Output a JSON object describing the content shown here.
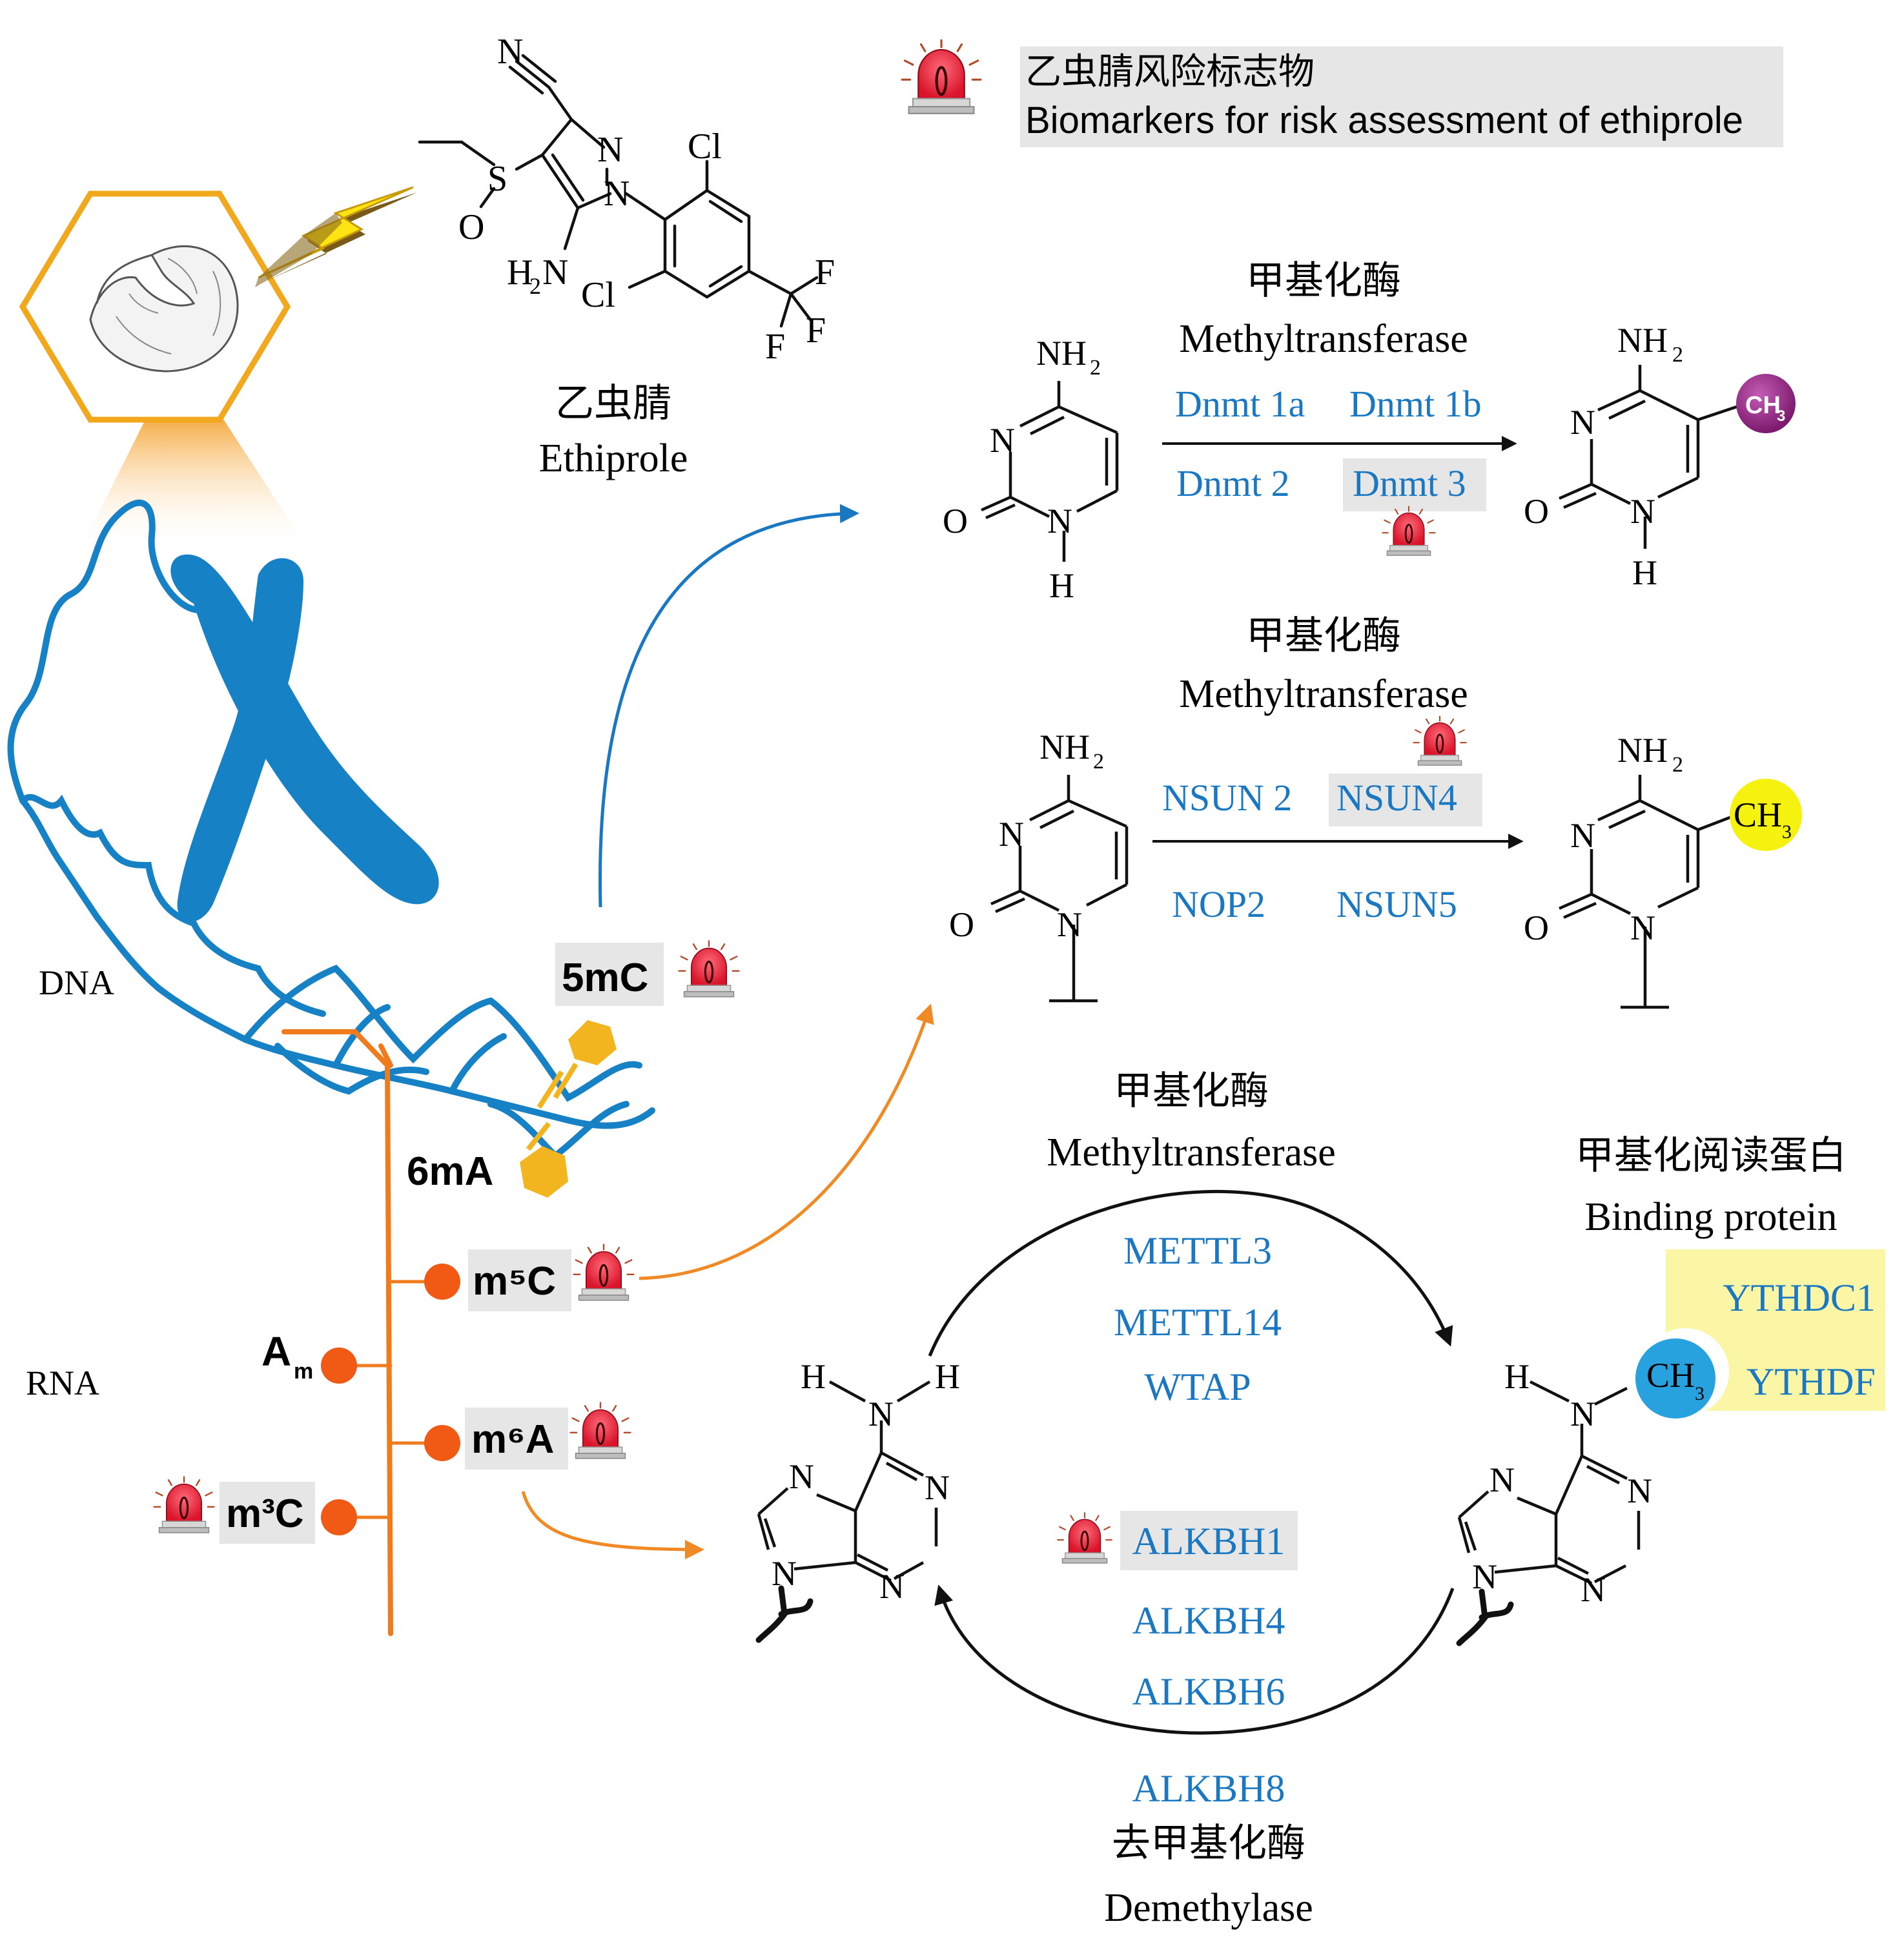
{
  "legend": {
    "label_cn": "乙虫腈风险标志物",
    "label_en": "Biomarkers for risk assessment of ethiprole",
    "icon": "alarm-light-icon"
  },
  "compound": {
    "name_cn": "乙虫腈",
    "name_en": "Ethiprole",
    "atoms": {
      "N_nitrile": "N",
      "S": "S",
      "O": "O",
      "N1": "N",
      "N2": "N",
      "Cl_top": "Cl",
      "Cl_bottom": "Cl",
      "NH2": "H",
      "NH2_sub": "2",
      "NH2_N": "N",
      "F1": "F",
      "F2": "F",
      "F3": "F"
    }
  },
  "left": {
    "dna_label": "DNA",
    "rna_label": "RNA",
    "mod_5mC": "5mC",
    "mod_6mA": "6mA",
    "mod_m5C": "m⁵C",
    "mod_Am": "A",
    "mod_Am_sub": "m",
    "mod_m6A": "m⁶A",
    "mod_m3C": "m³C"
  },
  "panel_dna": {
    "enzyme_cn": "甲基化酶",
    "enzyme_en": "Methyltransferase",
    "enzymes": [
      "Dnmt 1a",
      "Dnmt 1b",
      "Dnmt 2",
      "Dnmt 3"
    ],
    "substrate": {
      "nh2": "NH",
      "sub": "2",
      "n3": "N",
      "o": "O",
      "n1": "N",
      "h": "H"
    },
    "product": {
      "nh2": "NH",
      "sub": "2",
      "n3": "N",
      "o": "O",
      "n1": "N",
      "h": "H",
      "ch3": "CH",
      "ch3_sub": "3"
    }
  },
  "panel_rna": {
    "enzyme_cn": "甲基化酶",
    "enzyme_en": "Methyltransferase",
    "enzymes": [
      "NSUN 2",
      "NSUN4",
      "NOP2",
      "NSUN5"
    ],
    "substrate": {
      "nh2": "NH",
      "sub": "2",
      "n3": "N",
      "o": "O",
      "n1": "N"
    },
    "product": {
      "nh2": "NH",
      "sub": "2",
      "n3": "N",
      "o": "O",
      "n1": "N",
      "ch3": "CH",
      "ch3_sub": "3"
    }
  },
  "panel_m6a": {
    "writer_cn": "甲基化酶",
    "writer_en": "Methyltransferase",
    "writers": [
      "METTL3",
      "METTL14",
      "WTAP"
    ],
    "reader_cn": "甲基化阅读蛋白",
    "reader_en": "Binding protein",
    "readers": [
      "YTHDC1",
      "YTHDF"
    ],
    "erasers": [
      "ALKBH1",
      "ALKBH4",
      "ALKBH6",
      "ALKBH8"
    ],
    "eraser_cn": "去甲基化酶",
    "eraser_en": "Demethylase",
    "adenine": {
      "h1": "H",
      "h2": "H",
      "n6": "N",
      "n1": "N",
      "n3": "N",
      "n7": "N",
      "n9": "N"
    },
    "m6a": {
      "h": "H",
      "n6": "N",
      "ch3": "CH",
      "ch3_sub": "3",
      "n1": "N",
      "n3": "N",
      "n7": "N",
      "n9": "N"
    }
  },
  "colors": {
    "enzyme_blue": "#1a78c2",
    "dna_blue": "#1681c4",
    "rna_orange": "#f07b1c",
    "hex_gold": "#f2a81d",
    "highlight_gray": "#e6e6e6",
    "reader_yellow": "#fbf6a6",
    "ch3_purple": "#9b2a8a",
    "ch3_yellow": "#f5f210",
    "ch3_blue": "#28a2df"
  }
}
